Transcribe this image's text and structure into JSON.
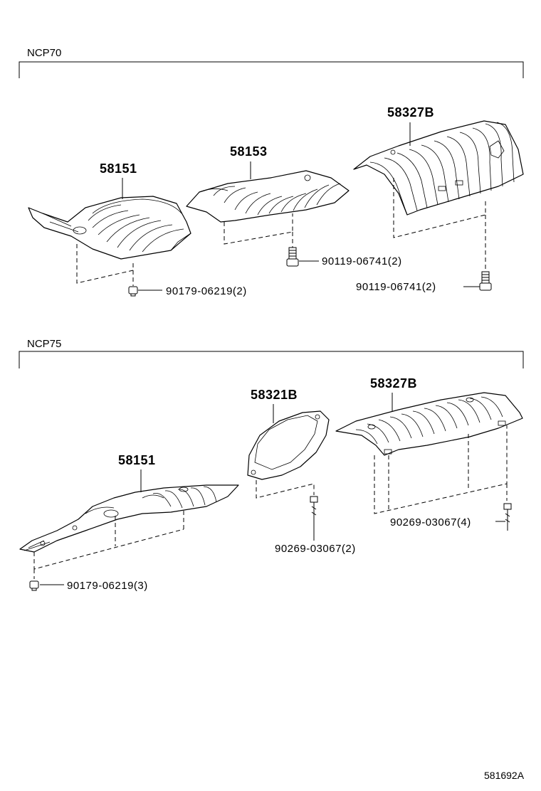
{
  "sections": [
    {
      "label": "NCP70",
      "parts": [
        {
          "number": "58151"
        },
        {
          "number": "58153"
        },
        {
          "number": "58327B"
        }
      ],
      "fasteners": [
        {
          "ref": "90179-06219(2)"
        },
        {
          "ref": "90119-06741(2)"
        },
        {
          "ref": "90119-06741(2)"
        }
      ]
    },
    {
      "label": "NCP75",
      "parts": [
        {
          "number": "58151"
        },
        {
          "number": "58321B"
        },
        {
          "number": "58327B"
        }
      ],
      "fasteners": [
        {
          "ref": "90179-06219(3)"
        },
        {
          "ref": "90269-03067(2)"
        },
        {
          "ref": "90269-03067(4)"
        }
      ]
    }
  ],
  "diagram_code": "581692A"
}
